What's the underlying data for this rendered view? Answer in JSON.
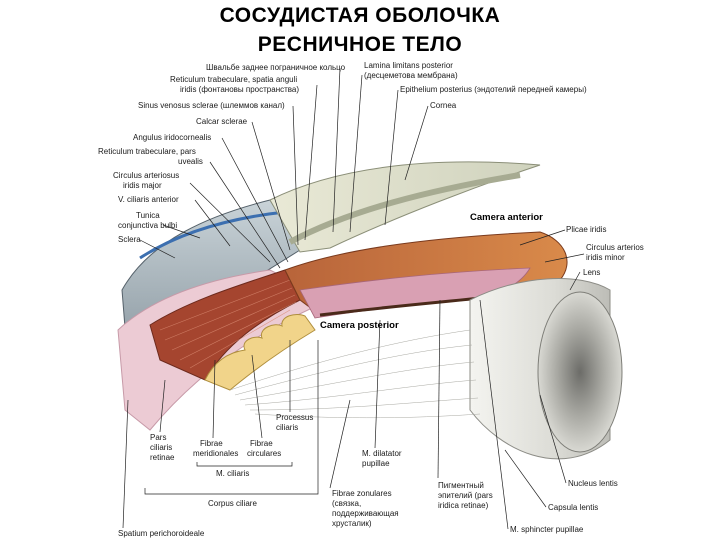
{
  "title": {
    "line1": "СОСУДИСТАЯ ОБОЛОЧКА",
    "line2": "РЕСНИЧНОЕ ТЕЛО"
  },
  "labels_left": {
    "schwalbe": "Швальбе заднее пограничное кольцо",
    "reticulum1": "Reticulum trabeculare, spatia anguli",
    "reticulum1b": "iridis (фонтановы пространства)",
    "sinus": "Sinus venosus sclerae (шлеммов канал)",
    "calcar": "Calcar sclerae",
    "angulus": "Angulus iridocornealis",
    "reticulum2": "Reticulum trabeculare, pars",
    "reticulum2b": "uvealis",
    "circulus1": "Circulus arteriosus",
    "circulus1b": "iridis major",
    "vciliaris": "V. ciliaris anterior",
    "tunica1": "Tunica",
    "tunica2": "conjunctiva bulbi",
    "sclera": "Sclera"
  },
  "labels_right": {
    "lamina1": "Lamina limitans posterior",
    "lamina2": "(десцеметова мембрана)",
    "epithelium": "Epithelium posterius (эндотелий передней камеры)",
    "cornea": "Cornea",
    "camera_anterior": "Camera anterior",
    "plicae": "Plicae iridis",
    "circulus2a": "Circulus arterios",
    "circulus2b": "iridis minor",
    "lens": "Lens",
    "camera_posterior": "Camera posterior",
    "nucleus": "Nucleus lentis",
    "capsula": "Capsula lentis",
    "sphincter": "M. sphincter pupillae"
  },
  "labels_bottom": {
    "pars1": "Pars",
    "pars2": "ciliaris",
    "pars3": "retinae",
    "fibm1": "Fibrae",
    "fibm2": "meridionales",
    "fibc1": "Fibrae",
    "fibc2": "circulares",
    "proc1": "Processus",
    "proc2": "ciliaris",
    "mciliaris": "M. ciliaris",
    "corpus": "Corpus ciliare",
    "dilatator1": "M. dilatator",
    "dilatator2": "pupillae",
    "pigment1": "Пигментный",
    "pigment2": "эпителий (pars",
    "pigment3": "iridica retinae)",
    "zon1": "Fibrae zonulares",
    "zon2": "(связка,",
    "zon3": "поддерживающая",
    "zon4": "хрусталик)",
    "spatium": "Spatium perichoroideale"
  }
}
